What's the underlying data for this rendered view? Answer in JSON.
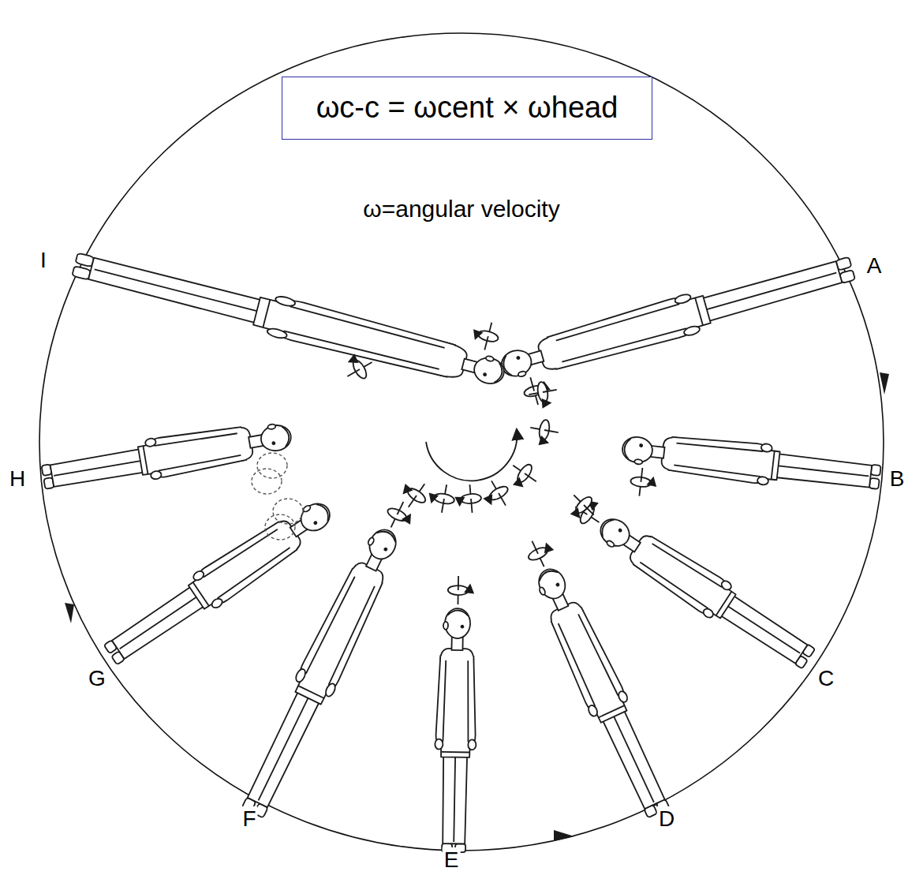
{
  "diagram": {
    "nodes": [
      {
        "text": [
          "ωc-c = ωcent × ωhead"
        ]
      }
    ],
    "labels": [
      "ω=angular velocity",
      "A",
      "B",
      "C",
      "D",
      "E",
      "F",
      "G",
      "H",
      "I"
    ]
  }
}
